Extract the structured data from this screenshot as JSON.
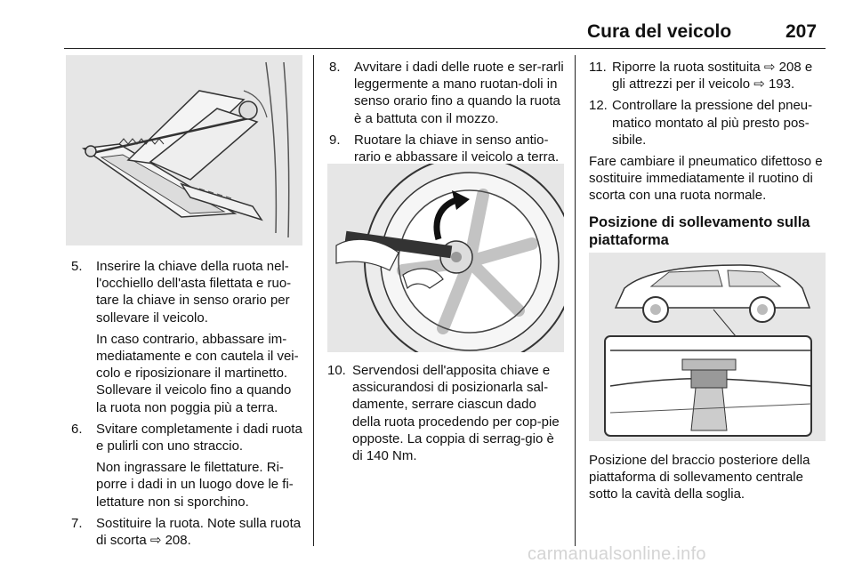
{
  "header": {
    "title": "Cura del veicolo",
    "page": "207"
  },
  "col1": {
    "items": [
      {
        "num": "5.",
        "text": "Inserire la chiave della ruota nel-l'occhiello dell'asta filettata e ruo-tare la chiave in senso orario per sollevare il veicolo.",
        "sub": "In caso contrario, abbassare im-mediatamente e con cautela il vei-colo e riposizionare il martinetto. Sollevare il veicolo fino a quando la ruota non poggia più a terra."
      },
      {
        "num": "6.",
        "text": "Svitare completamente i dadi ruota e pulirli con uno straccio.",
        "sub": "Non ingrassare le filettature. Ri-porre i dadi in un luogo dove le fi-lettature non si sporchino."
      },
      {
        "num": "7.",
        "text": "Sostituire la ruota. Note sulla ruota di scorta ⇨ 208."
      }
    ]
  },
  "col2": {
    "items": [
      {
        "num": "8.",
        "text": "Avvitare i dadi delle ruote e ser-rarli leggermente a mano ruotan-doli in senso orario fino a quando la ruota è a battuta con il mozzo."
      },
      {
        "num": "9.",
        "text": "Ruotare la chiave in senso antio-rario e abbassare il veicolo a terra."
      }
    ],
    "items_after": [
      {
        "num": "10.",
        "text": "Servendosi dell'apposita chiave e assicurandosi di posizionarla sal-damente, serrare ciascun dado della ruota procedendo per cop-pie opposte. La coppia di serrag-gio è di 140 Nm."
      }
    ]
  },
  "col3": {
    "items": [
      {
        "num": "11.",
        "text": "Riporre la ruota sostituita ⇨ 208 e gli attrezzi per il veicolo ⇨ 193."
      },
      {
        "num": "12.",
        "text": "Controllare la pressione del pneu-matico montato al più presto pos-sibile."
      }
    ],
    "para": "Fare cambiare il pneumatico difettoso e sostituire immediatamente il ruotino di scorta con una ruota normale.",
    "heading": "Posizione di sollevamento sulla piattaforma",
    "caption": "Posizione del braccio posteriore della piattaforma di sollevamento centrale sotto la cavità della soglia."
  },
  "watermark": "carmanualsonline.info"
}
